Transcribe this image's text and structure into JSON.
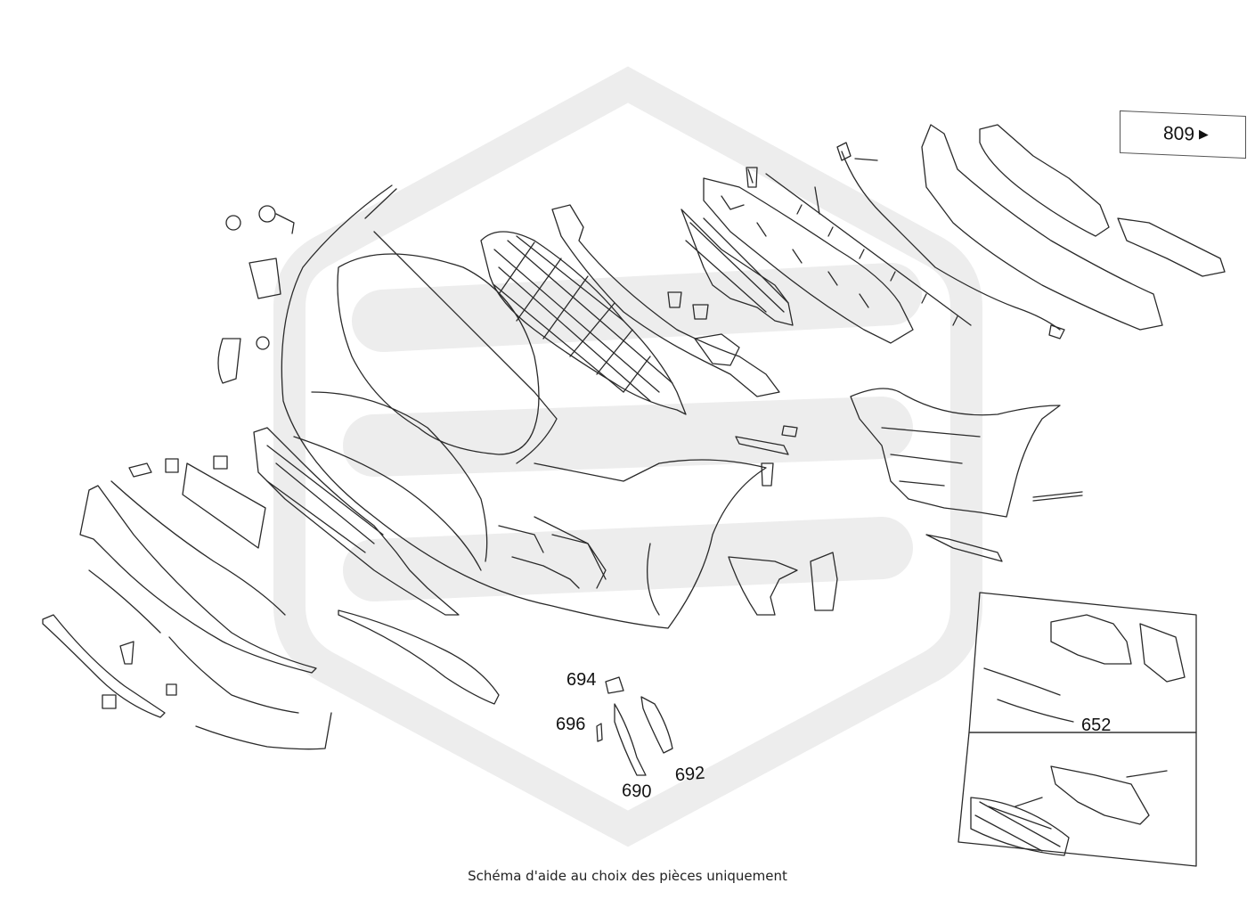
{
  "reference": {
    "number": "809",
    "arrow_icon": "right-triangle-arrow"
  },
  "callouts": {
    "c694": "694",
    "c696": "696",
    "c690": "690",
    "c692": "692",
    "c652": "652"
  },
  "caption": "Schéma d'aide au choix des pièces uniquement",
  "colors": {
    "lines": "#2a2a2a",
    "watermark": "#ececec",
    "background": "#ffffff"
  }
}
